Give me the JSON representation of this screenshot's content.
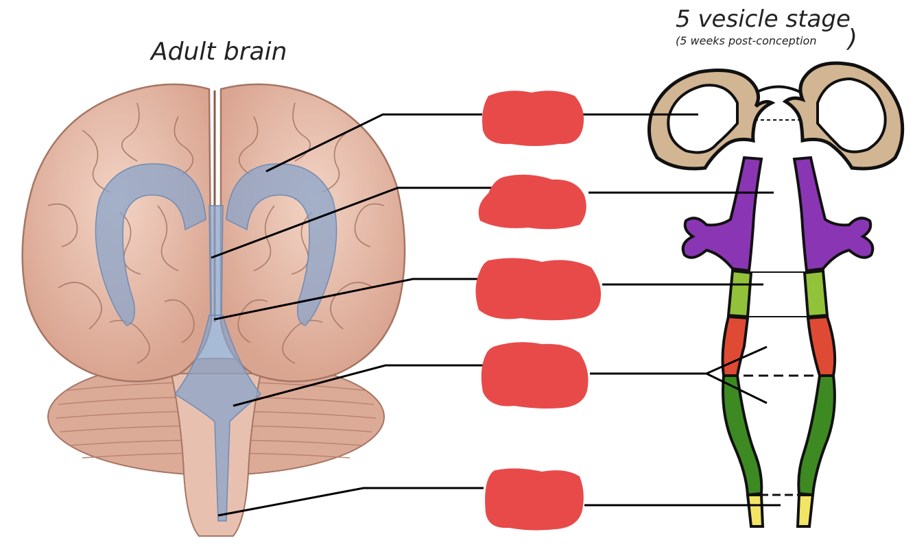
{
  "titles": {
    "adult": "Adult brain",
    "vesicle": "5 vesicle stage",
    "vesicle_sub": "(5 weeks post-conception",
    "vesicle_close": ")"
  },
  "colors": {
    "brain": "#e6b9a8",
    "brain_outline": "#a57563",
    "ventricle": "#8aa4c9",
    "telencephalon": "#d2b593",
    "diencephalon": "#8a36b4",
    "mesencephalon": "#92c23a",
    "metencephalon": "#df4a34",
    "myelencephalon": "#3d8a22",
    "spinal": "#f2e565",
    "redaction": "#e84a4a"
  },
  "labels": [
    {
      "id": "label-1",
      "text": "",
      "state": "redacted"
    },
    {
      "id": "label-2",
      "text": "",
      "state": "redacted"
    },
    {
      "id": "label-3",
      "text": "",
      "state": "redacted"
    },
    {
      "id": "label-4",
      "text": "",
      "state": "redacted"
    },
    {
      "id": "label-5",
      "text": "",
      "state": "redacted"
    }
  ]
}
